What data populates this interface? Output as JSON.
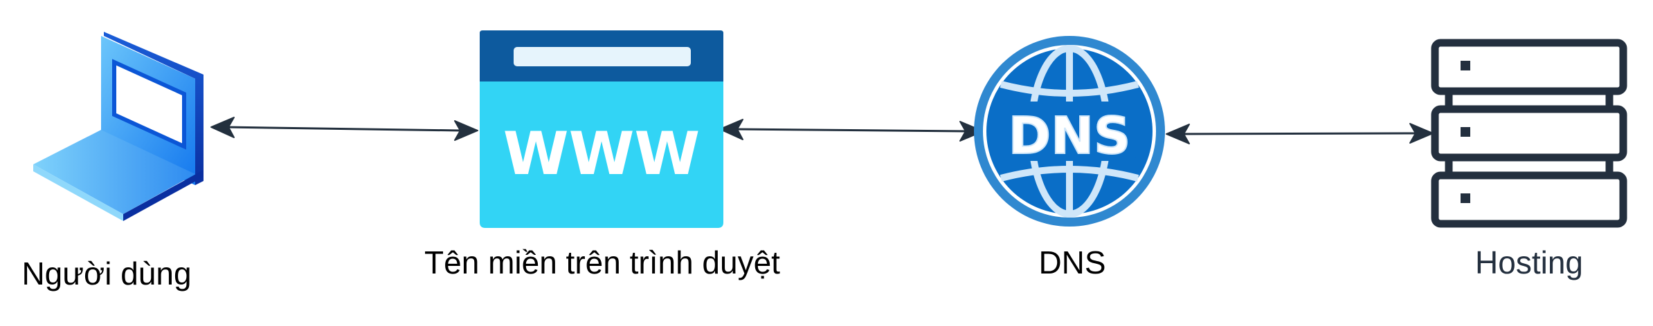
{
  "nodes": {
    "user": {
      "label": "Người dùng"
    },
    "domain": {
      "label": "Tên miền trên trình duyệt",
      "icon_text": "WWW"
    },
    "dns": {
      "label": "DNS",
      "icon_text": "DNS"
    },
    "hosting": {
      "label": "Hosting"
    }
  },
  "colors": {
    "label_dark": "#000000",
    "label_hosting": "#232F3E",
    "connector": "#23303E",
    "browser_bar": "#0D5A9E",
    "browser_body": "#32D4F5",
    "globe_ring": "#2F88D0",
    "globe_fill": "#0A6EC7",
    "server_stroke": "#232F3E",
    "laptop_blue": "#1570EF",
    "laptop_light": "#58B5F6"
  }
}
